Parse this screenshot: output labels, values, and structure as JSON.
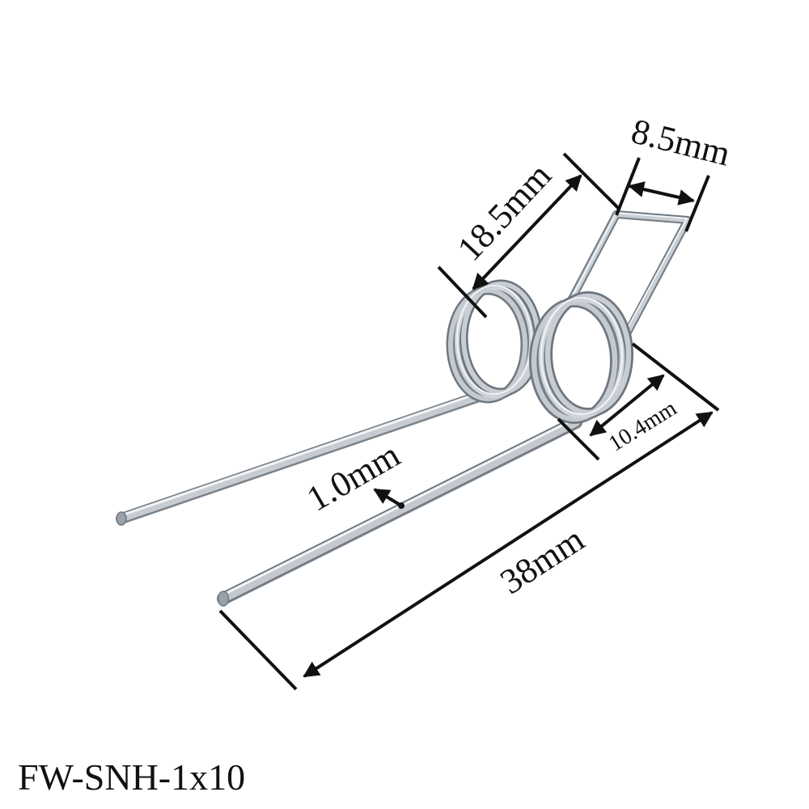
{
  "dimensions": {
    "leg_length": "38mm",
    "arm_length": "18.5mm",
    "loop_width": "8.5mm",
    "coil_diameter": "10.4mm",
    "wire_diameter": "1.0mm"
  },
  "model_number": "FW-SNH-1x10",
  "colors": {
    "wire_light": "#eef0f2",
    "wire_mid": "#b9bfc6",
    "wire_dark": "#6f7780",
    "annotation": "#111111"
  }
}
